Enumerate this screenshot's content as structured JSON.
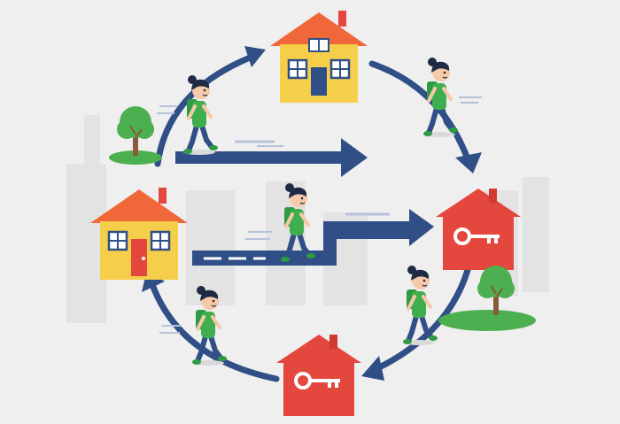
{
  "colors": {
    "background": "#efefef",
    "skyline": "#e2e2e2",
    "arrow": "#2f4f86",
    "house_yellow": "#f6cf4a",
    "roof_orange": "#f0683a",
    "house_red": "#e3473d",
    "door_blue": "#2f4f86",
    "door_red": "#e3473d",
    "window": "#ffffff",
    "window_frame": "#2f4f86",
    "tree_leaf": "#4caf50",
    "tree_trunk": "#8a5a3b",
    "shirt": "#3fae4f",
    "pants": "#2f4f86",
    "hair": "#1f2a44",
    "skin": "#f6c9a8",
    "backpack": "#2e9b44"
  },
  "scene": {
    "houses": [
      {
        "id": "top",
        "style": "yellow",
        "window_icon": "book-icon"
      },
      {
        "id": "left",
        "style": "yellow",
        "window_icon": "window-icon"
      },
      {
        "id": "right",
        "style": "red",
        "window_icon": "key-icon"
      },
      {
        "id": "bottom",
        "style": "red",
        "window_icon": "key-icon"
      }
    ],
    "characters": 5,
    "trees": 2
  }
}
